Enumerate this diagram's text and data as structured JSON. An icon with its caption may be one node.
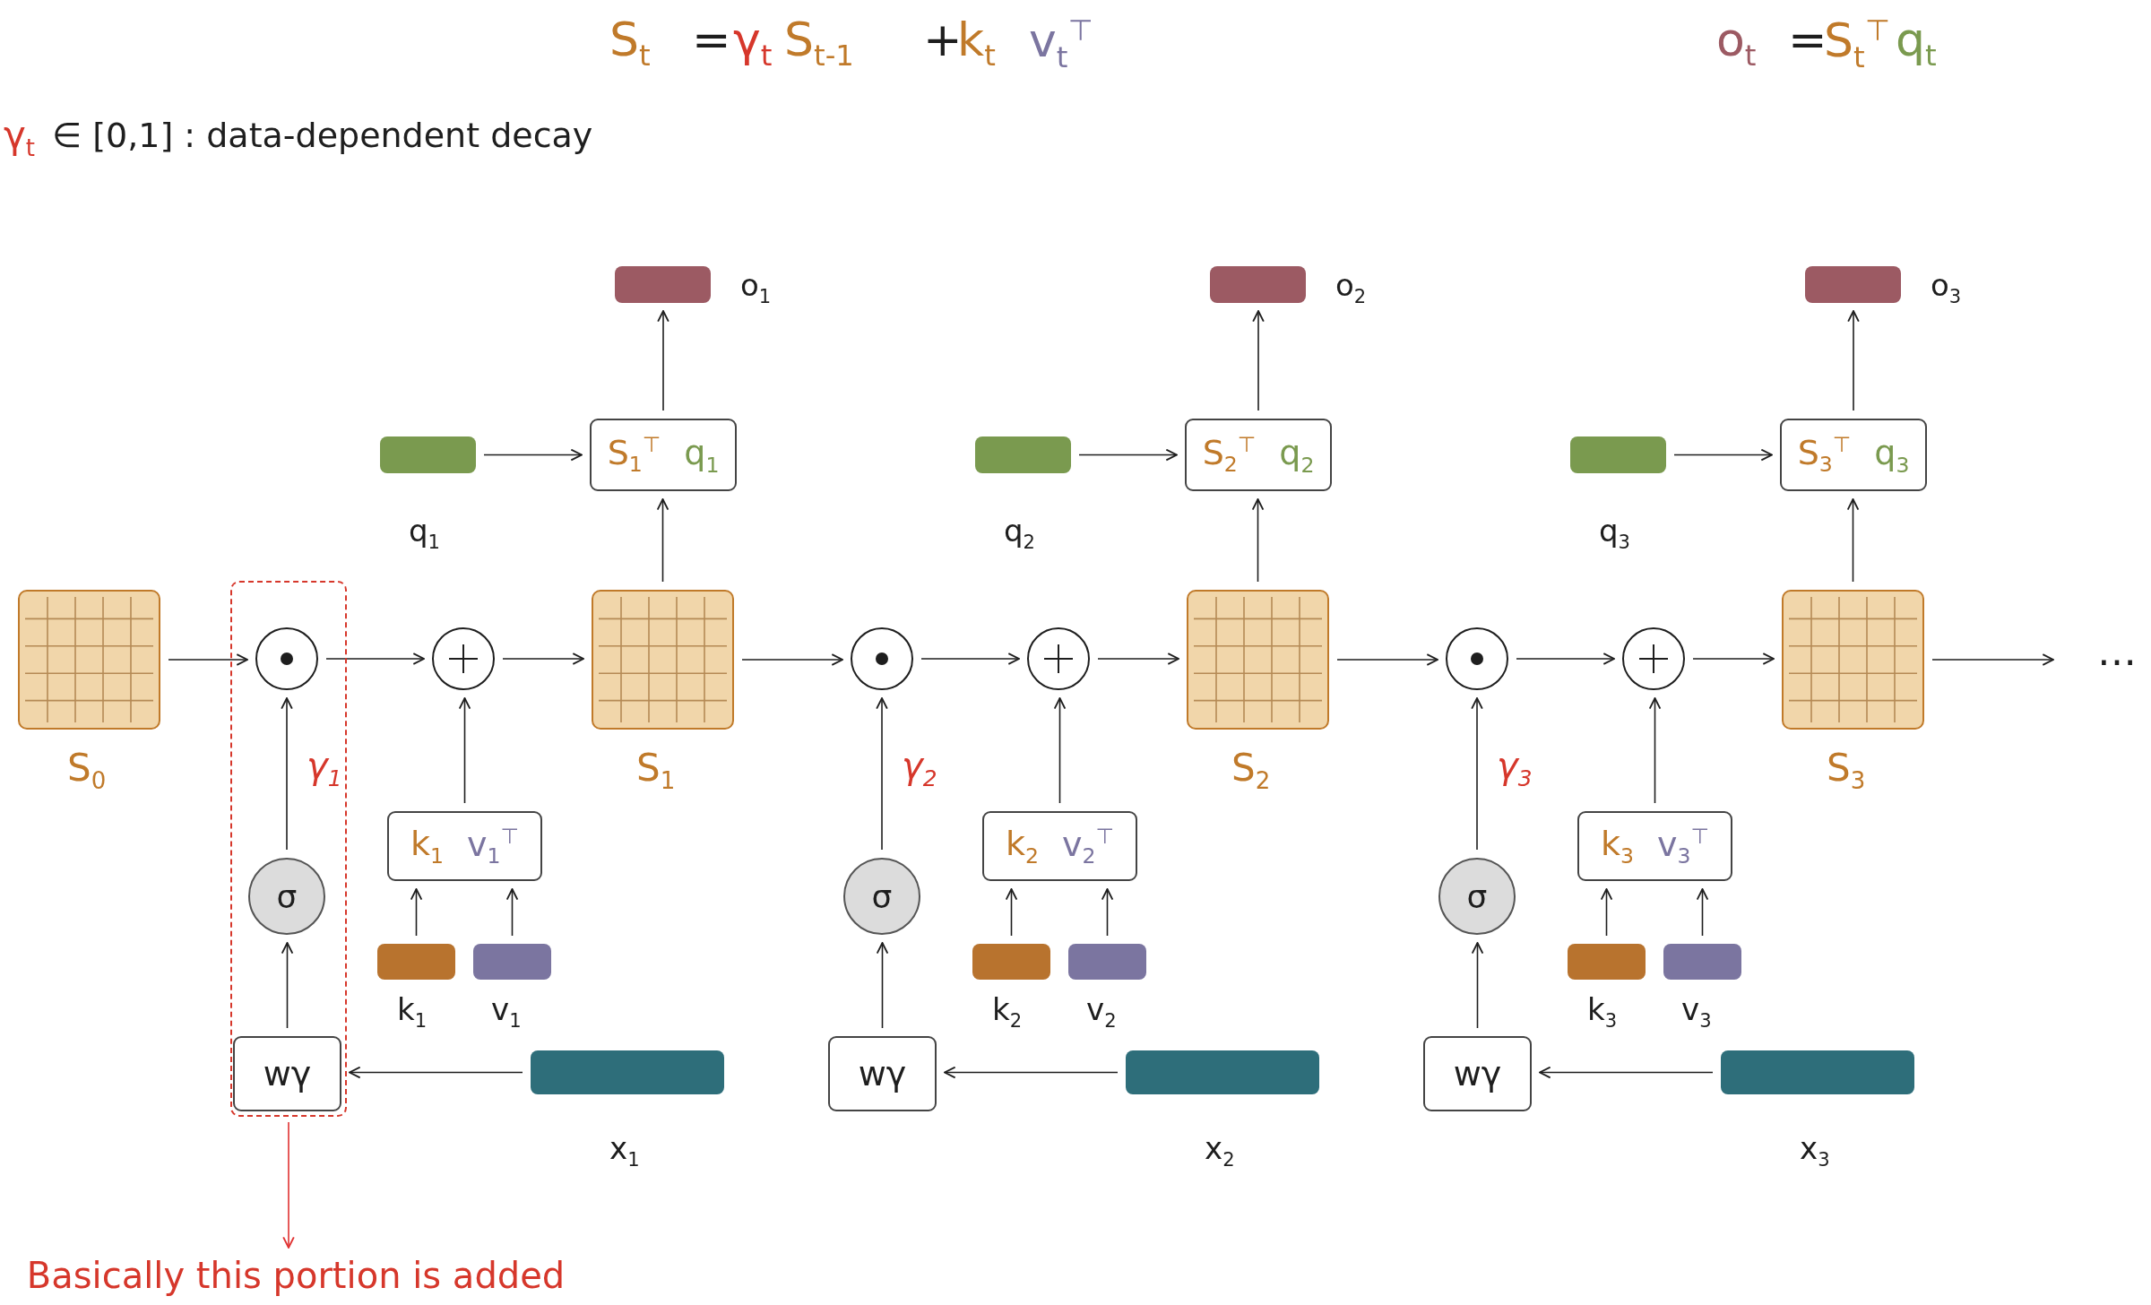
{
  "diagram": {
    "nodes": [
      {
        "text": [],
        "shape": "box",
        "beside": [
          "S$_{0}$"
        ]
      },
      {
        "text": [],
        "shape": "box"
      },
      {
        "text": [],
        "shape": "circle",
        "in": 1
      },
      {
        "text": [
          "σ"
        ],
        "in": 1
      },
      {
        "text": [
          "wγ"
        ],
        "in": 1
      },
      {
        "text": [],
        "shape": "circle"
      },
      {
        "text": [
          "k$_{1}$",
          "v$_{1}$$^{⊤}$"
        ]
      },
      {
        "text": [],
        "shape": "bar",
        "beside": [
          "k$_{1}$"
        ]
      },
      {
        "text": [],
        "shape": "bar",
        "beside": [
          "v$_{1}$"
        ]
      },
      {
        "text": [],
        "shape": "bar",
        "beside": [
          "x$_{1}$"
        ]
      },
      {
        "text": [],
        "shape": "box",
        "beside": [
          "S$_{1}$"
        ]
      },
      {
        "text": [],
        "shape": "bar",
        "beside": [
          "q$_{1}$"
        ]
      },
      {
        "text": [
          "S$_{1}$$^{⊤}$",
          "q$_{1}$"
        ]
      },
      {
        "text": [],
        "shape": "bar",
        "beside": [
          "o$_{1}$"
        ]
      },
      {
        "text": [],
        "shape": "circle"
      },
      {
        "text": [
          "σ"
        ]
      },
      {
        "text": [
          "wγ"
        ]
      },
      {
        "text": [],
        "shape": "circle"
      },
      {
        "text": [
          "k$_{2}$",
          "v$_{2}$$^{⊤}$"
        ]
      },
      {
        "text": [],
        "shape": "bar",
        "beside": [
          "k$_{2}$"
        ]
      },
      {
        "text": [],
        "shape": "bar",
        "beside": [
          "v$_{2}$"
        ]
      },
      {
        "text": [],
        "shape": "bar",
        "beside": [
          "x$_{2}$"
        ]
      },
      {
        "text": [],
        "shape": "box",
        "beside": [
          "S$_{2}$"
        ]
      },
      {
        "text": [],
        "shape": "bar",
        "beside": [
          "q$_{2}$"
        ]
      },
      {
        "text": [
          "S$_{2}$$^{⊤}$",
          "q$_{2}$"
        ]
      },
      {
        "text": [],
        "shape": "bar",
        "beside": [
          "o$_{2}$"
        ]
      },
      {
        "text": [],
        "shape": "circle"
      },
      {
        "text": [
          "σ"
        ]
      },
      {
        "text": [
          "wγ"
        ]
      },
      {
        "text": [],
        "shape": "circle"
      },
      {
        "text": [
          "k$_{3}$",
          "v$_{3}$$^{⊤}$"
        ]
      },
      {
        "text": [],
        "shape": "bar",
        "beside": [
          "k$_{3}$"
        ]
      },
      {
        "text": [],
        "shape": "bar",
        "beside": [
          "v$_{3}$"
        ]
      },
      {
        "text": [],
        "shape": "bar",
        "beside": [
          "x$_{3}$"
        ]
      },
      {
        "text": [],
        "shape": "box",
        "beside": [
          "S$_{3}$"
        ]
      },
      {
        "text": [],
        "shape": "bar",
        "beside": [
          "q$_{3}$"
        ]
      },
      {
        "text": [
          "S$_{3}$$^{⊤}$",
          "q$_{3}$"
        ]
      },
      {
        "text": [],
        "shape": "bar",
        "beside": [
          "o$_{3}$"
        ]
      },
      {
        "text": [
          "Basically this portion is added"
        ]
      }
    ],
    "edges": [
      {
        "from": 0,
        "to": 2,
        "arrow": "to"
      },
      {
        "from": 2,
        "to": 5,
        "arrow": "to"
      },
      {
        "from": 5,
        "to": 10,
        "arrow": "to"
      },
      {
        "from": 9,
        "to": 4,
        "arrow": "to"
      },
      {
        "from": 4,
        "to": 3,
        "arrow": "to"
      },
      {
        "from": 3,
        "to": 2,
        "arrow": "to",
        "label": "γ$_{1}$"
      },
      {
        "from": 7,
        "to": 6,
        "arrow": "to"
      },
      {
        "from": 8,
        "to": 6,
        "arrow": "to"
      },
      {
        "from": 6,
        "to": 5,
        "arrow": "to"
      },
      {
        "from": 10,
        "to": 12,
        "arrow": "to"
      },
      {
        "from": 11,
        "to": 12,
        "arrow": "to"
      },
      {
        "from": 12,
        "to": 13,
        "arrow": "to"
      },
      {
        "from": 10,
        "to": 14,
        "arrow": "to"
      },
      {
        "from": 14,
        "to": 17,
        "arrow": "to"
      },
      {
        "from": 17,
        "to": 22,
        "arrow": "to"
      },
      {
        "from": 21,
        "to": 16,
        "arrow": "to"
      },
      {
        "from": 16,
        "to": 15,
        "arrow": "to"
      },
      {
        "from": 15,
        "to": 14,
        "arrow": "to",
        "label": "γ$_{2}$"
      },
      {
        "from": 19,
        "to": 18,
        "arrow": "to"
      },
      {
        "from": 20,
        "to": 18,
        "arrow": "to"
      },
      {
        "from": 18,
        "to": 17,
        "arrow": "to"
      },
      {
        "from": 22,
        "to": 24,
        "arrow": "to"
      },
      {
        "from": 23,
        "to": 24,
        "arrow": "to"
      },
      {
        "from": 24,
        "to": 25,
        "arrow": "to"
      },
      {
        "from": 22,
        "to": 26,
        "arrow": "to"
      },
      {
        "from": 26,
        "to": 29,
        "arrow": "to"
      },
      {
        "from": 29,
        "to": 34,
        "arrow": "to"
      },
      {
        "from": 33,
        "to": 28,
        "arrow": "to"
      },
      {
        "from": 28,
        "to": 27,
        "arrow": "to"
      },
      {
        "from": 27,
        "to": 26,
        "arrow": "to",
        "label": "γ$_{3}$"
      },
      {
        "from": 31,
        "to": 30,
        "arrow": "to"
      },
      {
        "from": 32,
        "to": 30,
        "arrow": "to"
      },
      {
        "from": 30,
        "to": 29,
        "arrow": "to"
      },
      {
        "from": 34,
        "to": 36,
        "arrow": "to"
      },
      {
        "from": 35,
        "to": 36,
        "arrow": "to"
      },
      {
        "from": 36,
        "to": 37,
        "arrow": "to"
      },
      {
        "from": 34,
        "to": null,
        "arrow": "to"
      },
      {
        "from": 1,
        "to": 38,
        "arrow": "to",
        "color": "#e03131"
      }
    ],
    "labels": [
      "S$_{t}$",
      "=",
      "γ$_{t}$",
      "S$_{t-1}$",
      "+",
      "k$_{t}$",
      "v$_{t}$$^{⊤}$",
      "o$_{t}$",
      "=",
      "S$_{t}$$^{⊤}$",
      "q$_{t}$",
      "γ$_{t}$",
      "∈ [0,1] : data-dependent decay",
      "…"
    ]
  }
}
